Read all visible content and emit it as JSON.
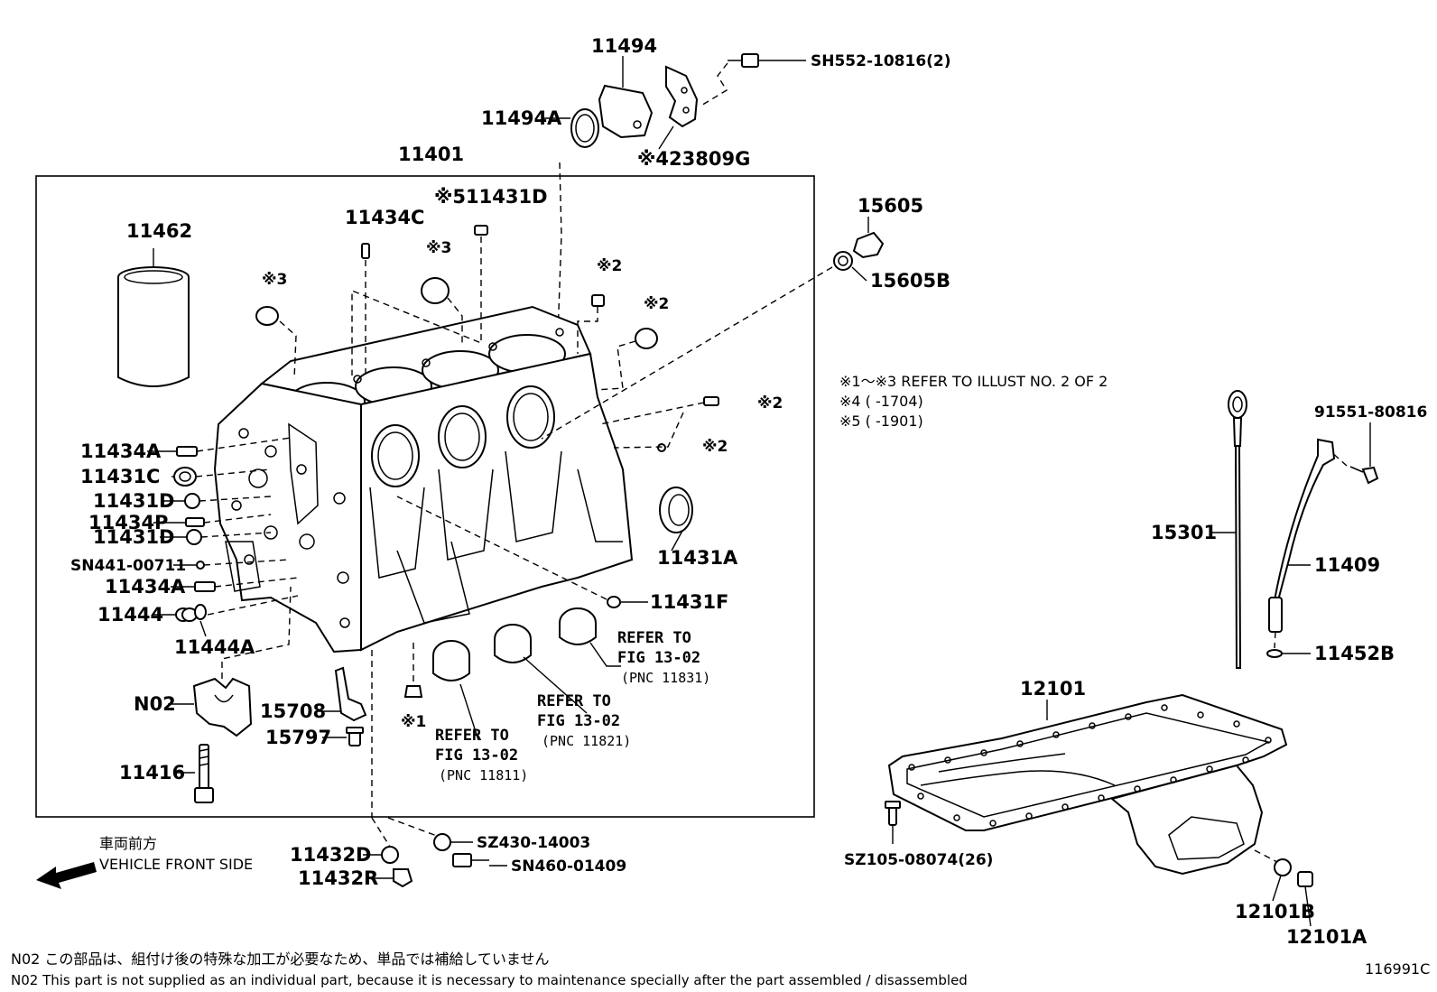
{
  "parts": {
    "p11494": "11494",
    "p11494A": "11494A",
    "pSH552": "SH552-10816(2)",
    "p23809G": "※423809G",
    "p11401": "11401",
    "p11431D_top": "※511431D",
    "p11462": "11462",
    "p11434C": "11434C",
    "p15605": "15605",
    "p15605B": "15605B",
    "ast3_a": "※3",
    "ast3_b": "※3",
    "ast2_a": "※2",
    "ast2_b": "※2",
    "ast2_c": "※2",
    "ast2_d": "※2",
    "ast1": "※1",
    "p11434A_1": "11434A",
    "p11431C": "11431C",
    "p11431D_1": "11431D",
    "p11434P": "11434P",
    "p11431D_2": "11431D",
    "pSN441": "SN441-00711",
    "p11434A_2": "11434A",
    "p11444": "11444",
    "p11444A": "11444A",
    "p11431A": "11431A",
    "p11431F": "11431F",
    "pN02": "N02",
    "p15708": "15708",
    "p15797": "15797",
    "p11416": "11416",
    "p11432D": "11432D",
    "p11432R": "11432R",
    "pSZ430": "SZ430-14003",
    "pSN460": "SN460-01409",
    "p91551": "91551-80816",
    "p15301": "15301",
    "p11409": "11409",
    "p11452B": "11452B",
    "p12101": "12101",
    "pSZ105": "SZ105-08074(26)",
    "p12101B": "12101B",
    "p12101A": "12101A"
  },
  "refs": {
    "r1_a": "REFER TO",
    "r1_b": "FIG 13-02",
    "r1_c": "(PNC 11831)",
    "r2_a": "REFER TO",
    "r2_b": "FIG 13-02",
    "r2_c": "(PNC 11821)",
    "r3_a": "REFER TO",
    "r3_b": "FIG 13-02",
    "r3_c": "(PNC 11811)"
  },
  "notes": {
    "n1": "※1～※3  REFER TO ILLUST NO. 2 OF 2",
    "n2": "※4 (       -1704)",
    "n3": "※5 (       -1901)"
  },
  "orientation": {
    "jp": "車両前方",
    "en": "VEHICLE FRONT SIDE"
  },
  "footer": {
    "jp": "N02  この部品は、組付け後の特殊な加工が必要なため、単品では補給していません",
    "en": "N02  This part is not supplied as an individual part, because it is necessary to maintenance specially after the part assembled / disassembled",
    "illus_no": "116991C"
  }
}
